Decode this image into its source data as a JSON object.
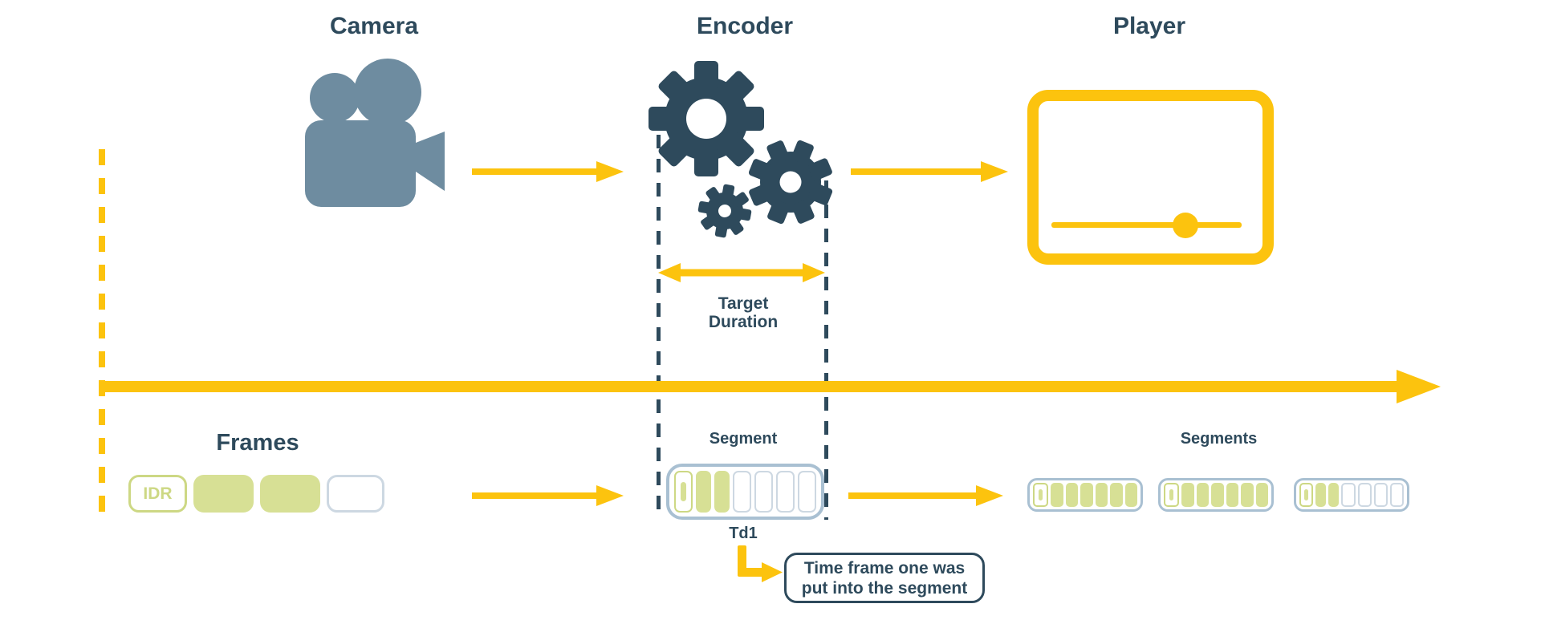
{
  "palette": {
    "navy": "#2e4a5c",
    "steel": "#6e8ca0",
    "yellow": "#fcc30e",
    "green_fill": "#d7e095",
    "green_line": "#cdd884",
    "box_line": "#a9c0d2",
    "empty_line": "#cdd8e2"
  },
  "nodes": {
    "camera": {
      "title": "Camera"
    },
    "encoder": {
      "title": "Encoder"
    },
    "player": {
      "title": "Player"
    }
  },
  "target_duration": {
    "line1": "Target",
    "line2": "Duration"
  },
  "frames": {
    "label": "Frames",
    "idr_label": "IDR",
    "pattern": [
      "idr",
      "filled",
      "filled",
      "empty"
    ]
  },
  "segment": {
    "label": "Segment",
    "td_label": "Td1",
    "pattern": [
      "idr",
      "filled",
      "filled",
      "empty",
      "empty",
      "empty",
      "empty"
    ]
  },
  "callout": {
    "line1": "Time frame one was",
    "line2": "put into the segment"
  },
  "segments": {
    "label": "Segments",
    "boxes": [
      [
        "idr",
        "filled",
        "filled",
        "filled",
        "filled",
        "filled",
        "filled"
      ],
      [
        "idr",
        "filled",
        "filled",
        "filled",
        "filled",
        "filled",
        "filled"
      ],
      [
        "idr",
        "filled",
        "filled",
        "empty",
        "empty",
        "empty",
        "empty"
      ]
    ]
  }
}
